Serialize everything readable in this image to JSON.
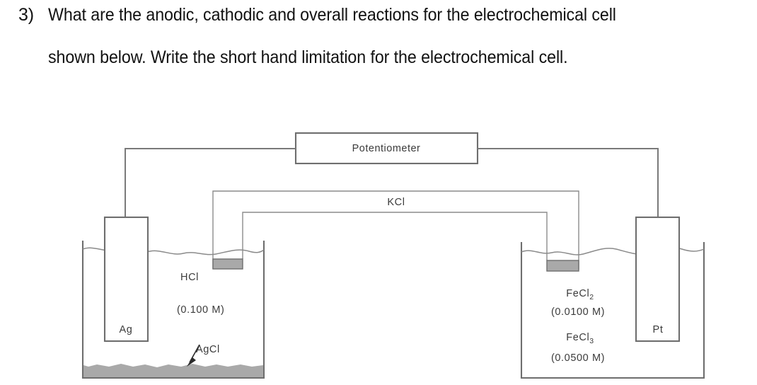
{
  "question": {
    "number": "3)",
    "line1": "What are the anodic, cathodic and overall reactions for the electrochemical cell",
    "line2": "shown below. Write the short hand limitation for the electrochemical cell."
  },
  "diagram": {
    "title": "electrochemical-cell-diagram",
    "instrument_label": "Potentiometer",
    "salt_bridge_label": "KCl",
    "left_cell": {
      "electrode_label": "Ag",
      "electrolyte_name": "HCl",
      "electrolyte_concentration": "(0.100 M)",
      "precipitate_label": "AgCl"
    },
    "right_cell": {
      "electrode_label": "Pt",
      "electrolyte_name_1": "FeCl",
      "electrolyte_sub_1": "2",
      "electrolyte_concentration_1": "(0.0100 M)",
      "electrolyte_name_2": "FeCl",
      "electrolyte_sub_2": "3",
      "electrolyte_concentration_2": "(0.0500 M)"
    }
  },
  "colors": {
    "page_background": "#ffffff",
    "text": "#121212",
    "diagram_line": "#8c8c8c",
    "diagram_line_dark": "#6e6e6e",
    "fill_gray": "#a9a9a9",
    "label_text": "#3b3b3b"
  }
}
